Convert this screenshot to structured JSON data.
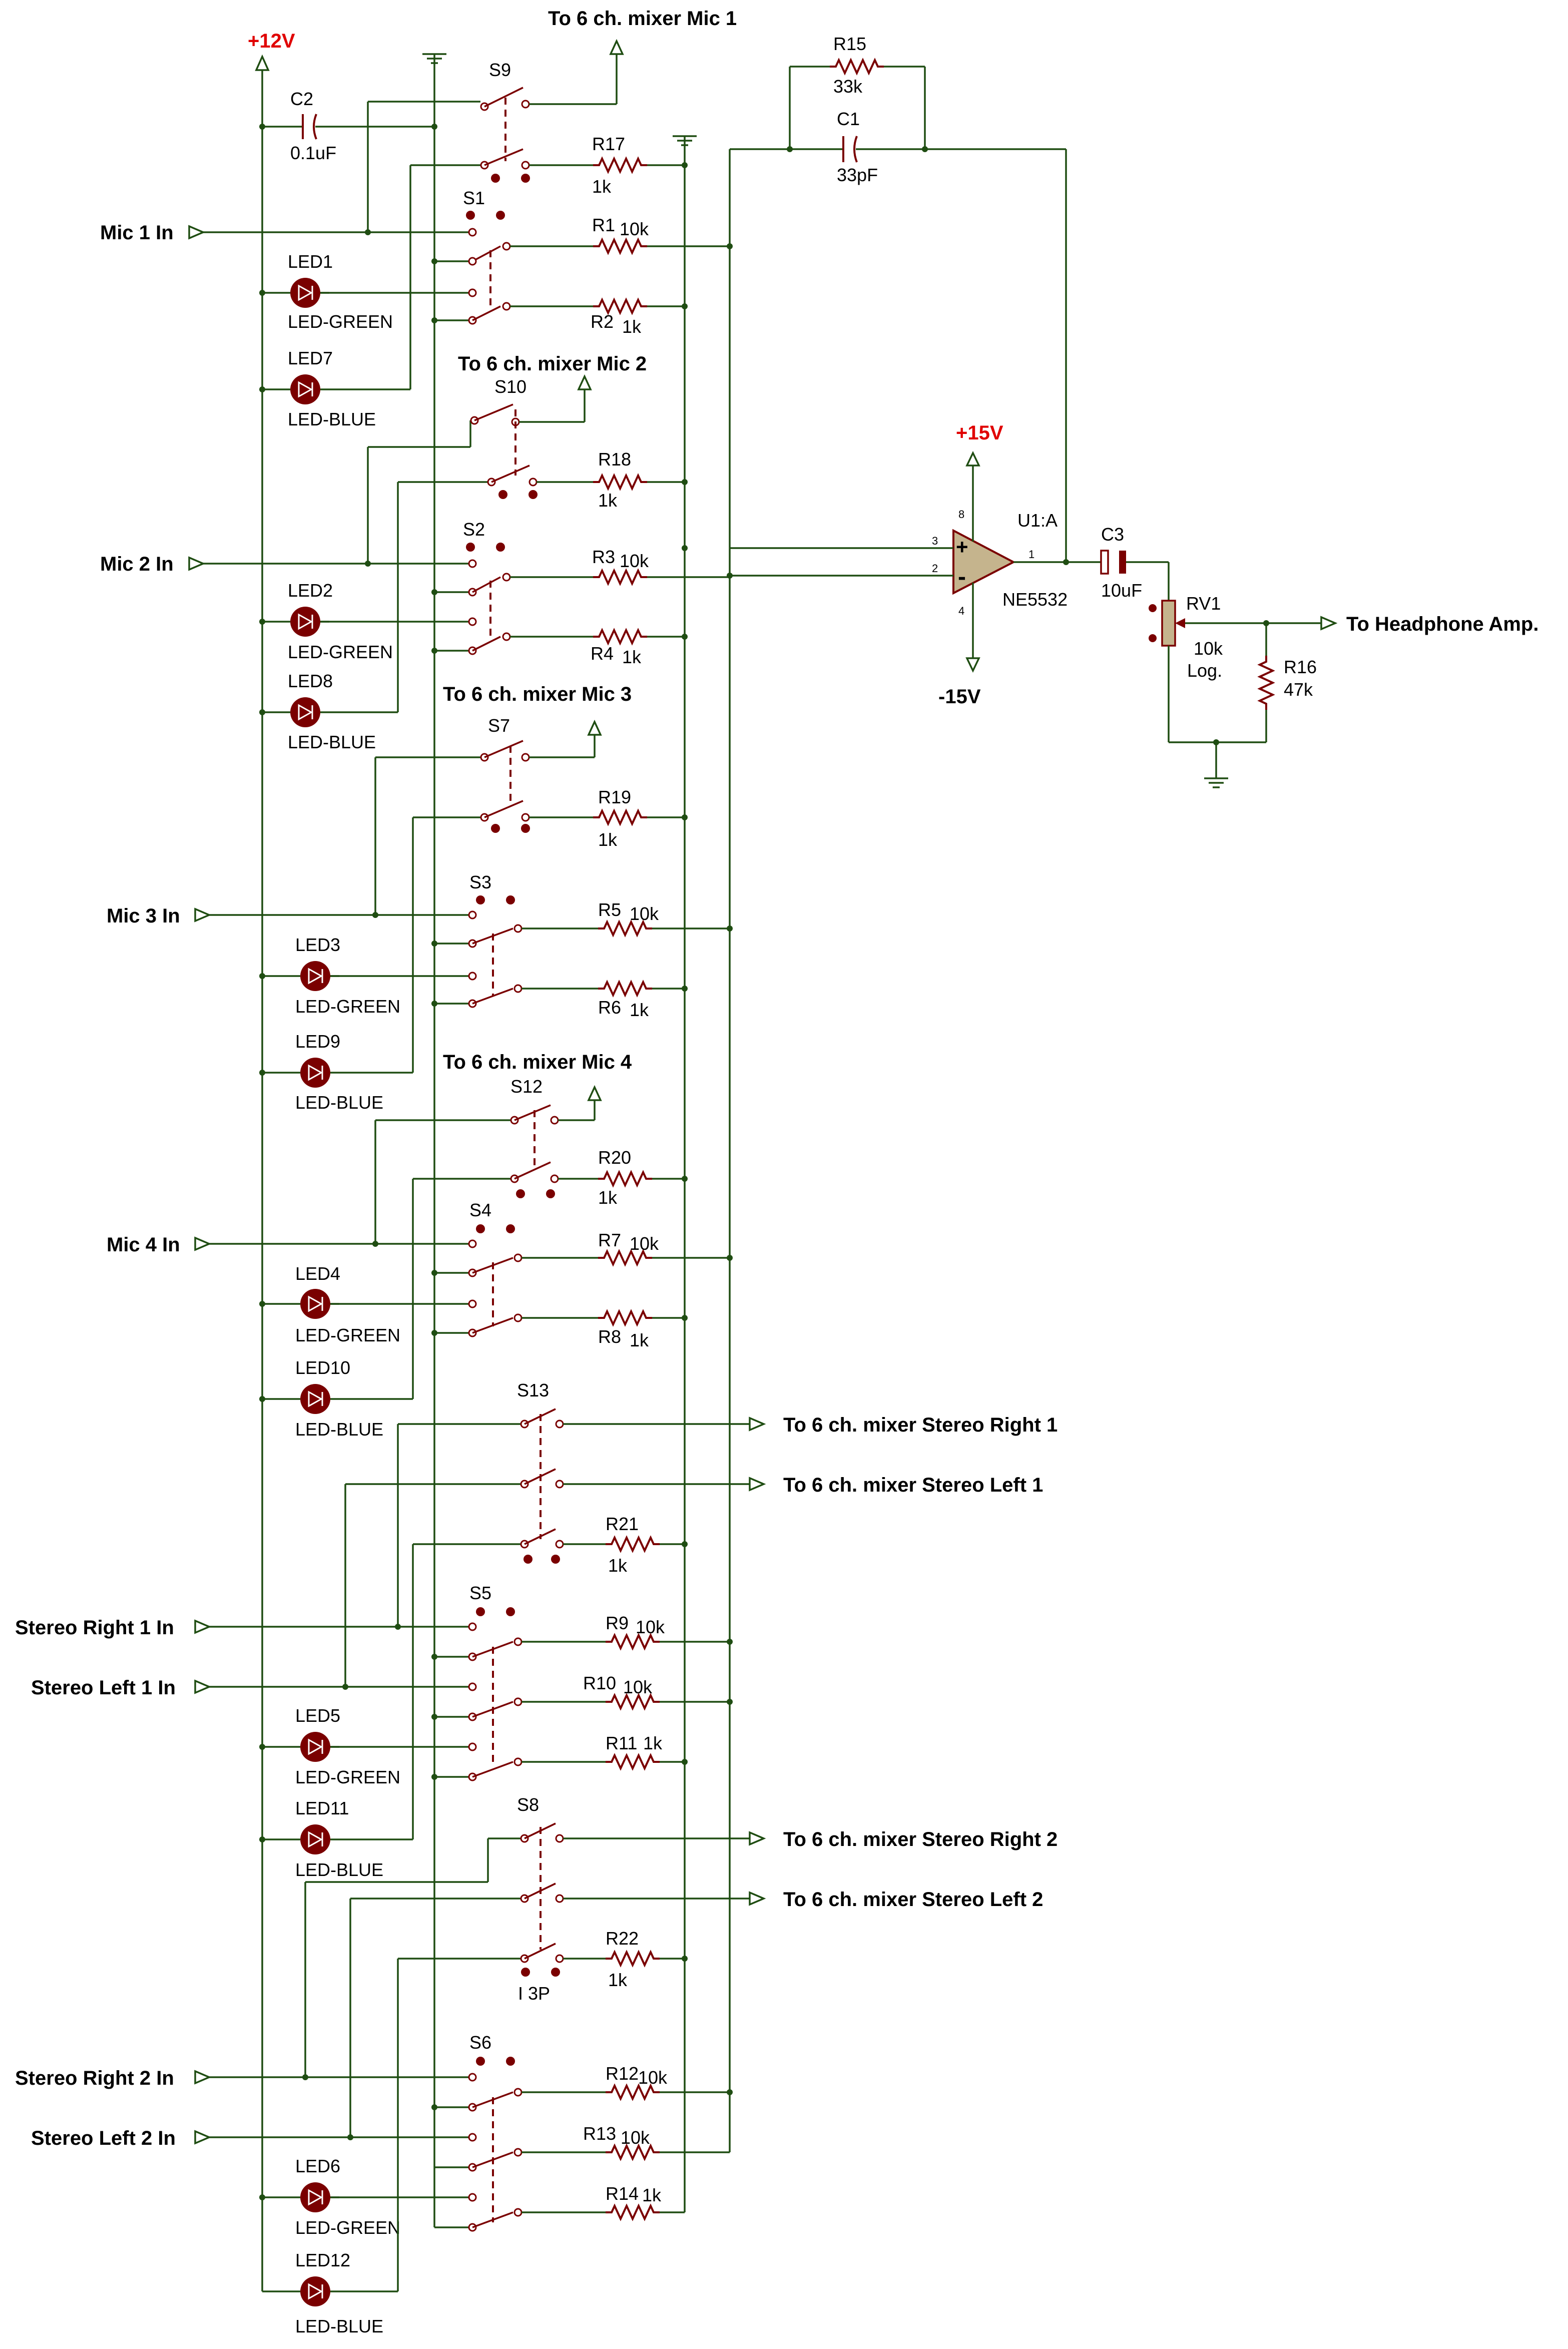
{
  "power": {
    "pos12": "+12V",
    "pos15": "+15V",
    "neg15": "-15V"
  },
  "inputs": {
    "mic1": "Mic 1 In",
    "mic2": "Mic 2 In",
    "mic3": "Mic 3 In",
    "mic4": "Mic 4 In",
    "sr1": "Stereo Right 1 In",
    "sl1": "Stereo Left 1 In",
    "sr2": "Stereo Right 2 In",
    "sl2": "Stereo Left 2 In"
  },
  "outputs": {
    "mic1": "To 6 ch. mixer Mic 1",
    "mic2": "To 6 ch. mixer Mic 2",
    "mic3": "To 6 ch. mixer Mic 3",
    "mic4": "To 6 ch. mixer Mic 4",
    "sr1": "To 6 ch. mixer Stereo Right 1",
    "sl1": "To 6 ch. mixer Stereo Left 1",
    "sr2": "To 6 ch. mixer Stereo Right 2",
    "sl2": "To 6 ch. mixer Stereo Left 2",
    "hp": "To Headphone Amp."
  },
  "switches": {
    "s1": "S1",
    "s2": "S2",
    "s3": "S3",
    "s4": "S4",
    "s5": "S5",
    "s6": "S6",
    "s7": "S7",
    "s8": "S8",
    "s9": "S9",
    "s10": "S10",
    "s12": "S12",
    "s13": "S13",
    "s8note": "I 3P"
  },
  "leds": [
    {
      "ref": "LED1",
      "type": "LED-GREEN"
    },
    {
      "ref": "LED7",
      "type": "LED-BLUE"
    },
    {
      "ref": "LED2",
      "type": "LED-GREEN"
    },
    {
      "ref": "LED8",
      "type": "LED-BLUE"
    },
    {
      "ref": "LED3",
      "type": "LED-GREEN"
    },
    {
      "ref": "LED9",
      "type": "LED-BLUE"
    },
    {
      "ref": "LED4",
      "type": "LED-GREEN"
    },
    {
      "ref": "LED10",
      "type": "LED-BLUE"
    },
    {
      "ref": "LED5",
      "type": "LED-GREEN"
    },
    {
      "ref": "LED11",
      "type": "LED-BLUE"
    },
    {
      "ref": "LED6",
      "type": "LED-GREEN"
    },
    {
      "ref": "LED12",
      "type": "LED-BLUE"
    }
  ],
  "resistors": {
    "r1": {
      "ref": "R1",
      "val": "10k"
    },
    "r2": {
      "ref": "R2",
      "val": "1k"
    },
    "r3": {
      "ref": "R3",
      "val": "10k"
    },
    "r4": {
      "ref": "R4",
      "val": "1k"
    },
    "r5": {
      "ref": "R5",
      "val": "10k"
    },
    "r6": {
      "ref": "R6",
      "val": "1k"
    },
    "r7": {
      "ref": "R7",
      "val": "10k"
    },
    "r8": {
      "ref": "R8",
      "val": "1k"
    },
    "r9": {
      "ref": "R9",
      "val": "10k"
    },
    "r10": {
      "ref": "R10",
      "val": "10k"
    },
    "r11": {
      "ref": "R11",
      "val": "1k"
    },
    "r12": {
      "ref": "R12",
      "val": "10k"
    },
    "r13": {
      "ref": "R13",
      "val": "10k"
    },
    "r14": {
      "ref": "R14",
      "val": "1k"
    },
    "r15": {
      "ref": "R15",
      "val": "33k"
    },
    "r16": {
      "ref": "R16",
      "val": "47k"
    },
    "r17": {
      "ref": "R17",
      "val": "1k"
    },
    "r18": {
      "ref": "R18",
      "val": "1k"
    },
    "r19": {
      "ref": "R19",
      "val": "1k"
    },
    "r20": {
      "ref": "R20",
      "val": "1k"
    },
    "r21": {
      "ref": "R21",
      "val": "1k"
    },
    "r22": {
      "ref": "R22",
      "val": "1k"
    }
  },
  "caps": {
    "c1": {
      "ref": "C1",
      "val": "33pF"
    },
    "c2": {
      "ref": "C2",
      "val": "0.1uF"
    },
    "c3": {
      "ref": "C3",
      "val": "10uF"
    }
  },
  "opamp": {
    "ref": "U1:A",
    "part": "NE5532",
    "pin3": "3",
    "pin2": "2",
    "pin1": "1",
    "pin8": "8",
    "pin4": "4"
  },
  "pot": {
    "ref": "RV1",
    "val": "10k",
    "taper": "Log."
  }
}
